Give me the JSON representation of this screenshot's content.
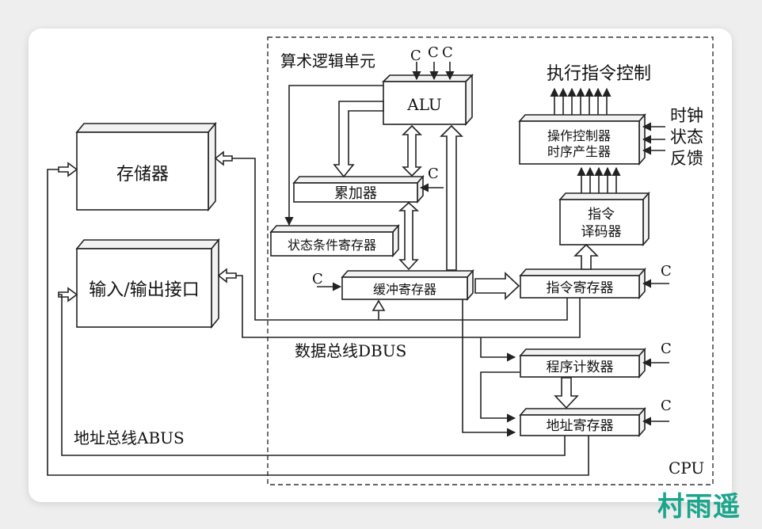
{
  "blocks": {
    "memory": "存储器",
    "io": "输入/输出接口",
    "alu": "ALU",
    "accumulator": "累加器",
    "status_register": "状态条件寄存器",
    "buffer_register": "缓冲寄存器",
    "instruction_register": "指令寄存器",
    "decoder_line1": "指令",
    "decoder_line2": "译码器",
    "control_line1": "操作控制器",
    "control_line2": "时序产生器",
    "program_counter": "程序计数器",
    "address_register": "地址寄存器"
  },
  "labels": {
    "alu_unit": "算术逻辑单元",
    "exec_control": "执行指令控制",
    "clock": "时钟",
    "status": "状态",
    "feedback": "反馈",
    "dbus": "数据总线DBUS",
    "abus": "地址总线ABUS",
    "cpu": "CPU",
    "control_signal": "C"
  },
  "watermark": "村雨遥"
}
